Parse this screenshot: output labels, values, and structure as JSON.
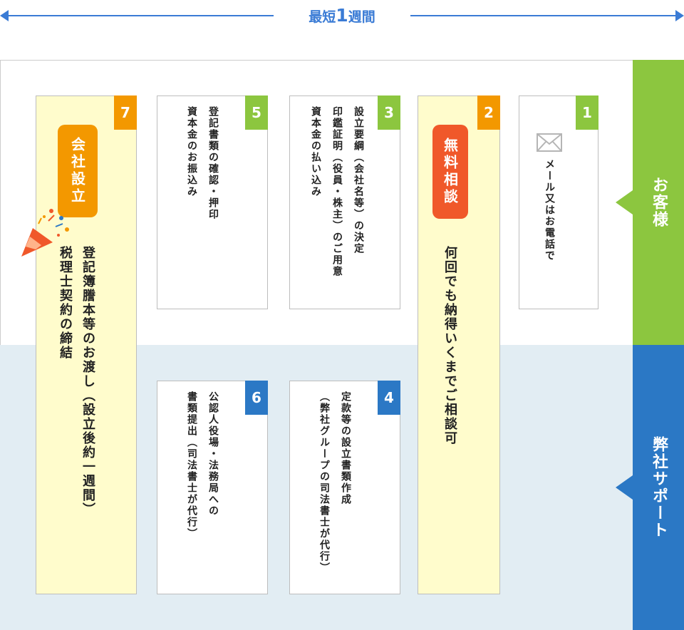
{
  "header": {
    "title_pre": "最短",
    "title_num": "1",
    "title_post": "週間"
  },
  "rows": {
    "customer": "お客様",
    "support": "弊社サポート"
  },
  "steps": [
    {
      "num": "1",
      "text": "メール又はお電話で"
    },
    {
      "num": "2",
      "pill": "無料相談",
      "text": "何回でも納得いくまでご相談可"
    },
    {
      "num": "3",
      "text": [
        "設立要綱（会社名等）の決定",
        "印鑑証明（役員・株主）のご用意",
        "資本金の払い込み"
      ]
    },
    {
      "num": "4",
      "text": [
        "定款等の設立書類作成",
        "（弊社グループの司法書士が代行）"
      ]
    },
    {
      "num": "5",
      "text": [
        "登記書類の確認・押印",
        "資本金のお振込み"
      ]
    },
    {
      "num": "6",
      "text": [
        "公認人役場・法務局への",
        "書類提出（司法書士が代行）"
      ]
    },
    {
      "num": "7",
      "pill": "会社設立",
      "text": [
        "登記簿謄本等のお渡し（設立後約一週間）",
        "税理士契約の締結"
      ]
    }
  ],
  "colors": {
    "accent_blue": "#2b78c5",
    "green": "#8cc63f",
    "orange": "#f39800",
    "red_orange": "#f0582a",
    "pale_yellow": "#fffccc",
    "pale_blue": "#e2edf3"
  },
  "icons": {
    "step1": "mail-icon",
    "step7": "party-popper-icon"
  }
}
